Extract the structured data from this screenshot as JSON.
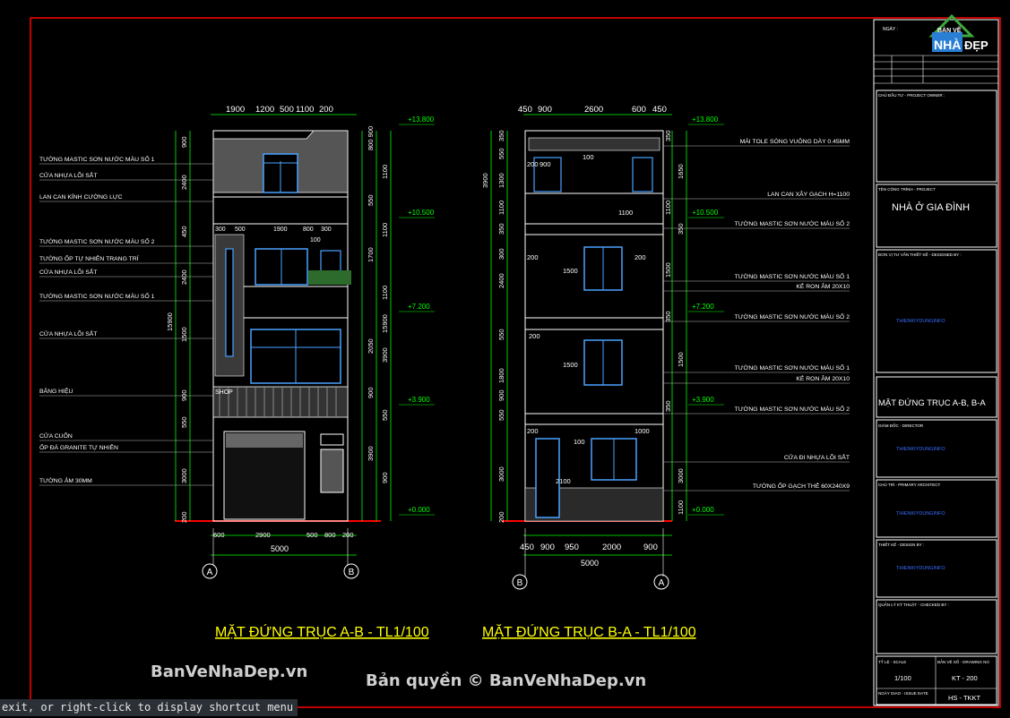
{
  "left_view": {
    "top_dims": [
      "1900",
      "1200",
      "500",
      "1100",
      "200"
    ],
    "bottom_dims": [
      "600",
      "2900",
      "500",
      "800",
      "200"
    ],
    "total_dim": "5000",
    "left_dims": [
      "900",
      "2400",
      "450",
      "2400",
      "1500",
      "900",
      "550",
      "3000",
      "200"
    ],
    "total_height": "15900",
    "right_dims": [
      "800 900",
      "1100",
      "550",
      "1100",
      "1700",
      "1100",
      "2050",
      "3900",
      "900",
      "550",
      "3900",
      "900"
    ],
    "right_total": "15900",
    "sub_dims": [
      "300",
      "500",
      "1900",
      "800",
      "300",
      "100"
    ],
    "labels": [
      "TƯỜNG MASTIC SƠN NƯỚC MÀU SỐ 1",
      "CỬA NHỰA LÕI SẮT",
      "LAN CAN KÍNH CƯỜNG LỰC",
      "TƯỜNG MASTIC SƠN NƯỚC MÀU SỐ 2",
      "TƯỜNG ỐP TỰ NHIÊN TRANG TRÍ",
      "CỬA NHỰA LÕI SẮT",
      "TƯỜNG MASTIC SƠN NƯỚC MÀU SỐ 1",
      "CỬA NHỰA LÕI SẮT",
      "BẢNG HIỆU",
      "CỬA CUỐN",
      "ỐP ĐÁ GRANITE TỰ NHIÊN",
      "TƯỜNG ẢM 30MM"
    ],
    "levels": [
      "13.800",
      "10.500",
      "7.200",
      "3.900",
      "0.000"
    ],
    "shop_text": "SHOP",
    "grid_left": "A",
    "grid_right": "B",
    "title": "MẶT ĐỨNG TRỤC A-B - TL1/100"
  },
  "right_view": {
    "top_dims": [
      "450",
      "900",
      "2600",
      "600",
      "450"
    ],
    "bottom_dims": [
      "450",
      "900",
      "950",
      "2000",
      "900"
    ],
    "total_dim": "5000",
    "left_dims": [
      "350",
      "550",
      "1300",
      "1100",
      "350",
      "300",
      "2400",
      "550",
      "1800",
      "900",
      "550",
      "3000",
      "200"
    ],
    "total_height": "3900",
    "inner_dims": [
      "200",
      "900",
      "100",
      "1100",
      "200",
      "1500",
      "200",
      "1500",
      "200",
      "100",
      "2100",
      "200",
      "1000"
    ],
    "right_dims": [
      "350",
      "1650",
      "1100",
      "350",
      "1500",
      "3000",
      "350",
      "1500",
      "350",
      "1100"
    ],
    "labels": [
      "MÁI TOLE SÓNG VUÔNG DÀY 0.45MM",
      "LAN CAN XÂY GẠCH H=1100",
      "TƯỜNG MASTIC SƠN NƯỚC MÀU SỐ 2",
      "TƯỜNG MASTIC SƠN NƯỚC MÀU SỐ 1",
      "KẺ RON ÂM 20X10",
      "TƯỜNG MASTIC SƠN NƯỚC MÀU SỐ 2",
      "TƯỜNG MASTIC SƠN NƯỚC MÀU SỐ 1",
      "KẺ RON ÂM 20X10",
      "TƯỜNG MASTIC SƠN NƯỚC MÀU SỐ 2",
      "CỬA ĐI NHỰA LÕI SẮT",
      "TƯỜNG ỐP GẠCH THẺ 60X240X9"
    ],
    "levels": [
      "13.800",
      "10.500",
      "7.200",
      "3.900",
      "0.000"
    ],
    "grid_left": "B",
    "grid_right": "A",
    "title": "MẶT ĐỨNG TRỤC B-A - TL1/100"
  },
  "title_block": {
    "date_label": "NGÀY :",
    "logo_top": "BẢN VẼ",
    "logo_nha": "NHÀ",
    "logo_dep": "ĐẸP",
    "owner_label": "CHỦ ĐẦU TƯ - PROJECT OWNER :",
    "project_label": "TÊN CÔNG TRÌNH - PROJECT",
    "project_name": "NHÀ Ở GIA ĐÌNH",
    "consultant_label": "ĐƠN VỊ TƯ VẤN THIẾT KẾ - DESIGNED BY :",
    "consultant_value": "THIENKIYDUNGINFO",
    "drawing_name": "MẶT ĐỨNG TRỤC A-B, B-A",
    "director_label": "GIÁM ĐỐC - DIRECTOR",
    "director_value": "THIENKIYDUNGINFO",
    "architect_label": "CHỦ TRÌ - PRIMARY ARCHITECT",
    "architect_value": "THIENKIYDUNGINFO",
    "designer_label": "THIẾT KẾ - DESIGN BY :",
    "designer_value": "THIENKIYDUNGINFO",
    "checker_label": "QUẢN LÝ KỸ THUẬT - CHECKED BY :",
    "scale_label": "TỶ LỆ - SCALE",
    "scale_value": "1/100",
    "drawing_no_label": "BẢN VẼ SỐ - DRAWING NO",
    "drawing_no_value": "KT - 200",
    "issue_label": "NGÀY GIAO - ISSUE DATE",
    "issue_value": "HS - TKKT"
  },
  "watermarks": {
    "left": "BanVeNhaDep.vn",
    "center": "Bản quyền © BanVeNhaDep.vn"
  },
  "command_line": "exit, or right-click to display shortcut menu",
  "colors": {
    "background": "#000000",
    "frame": "#ff0000",
    "dim": "#00ff00",
    "text": "#ffffff",
    "title": "#ffff00",
    "window": "#4aa3ff",
    "grid_bubble": "#ffffff"
  }
}
